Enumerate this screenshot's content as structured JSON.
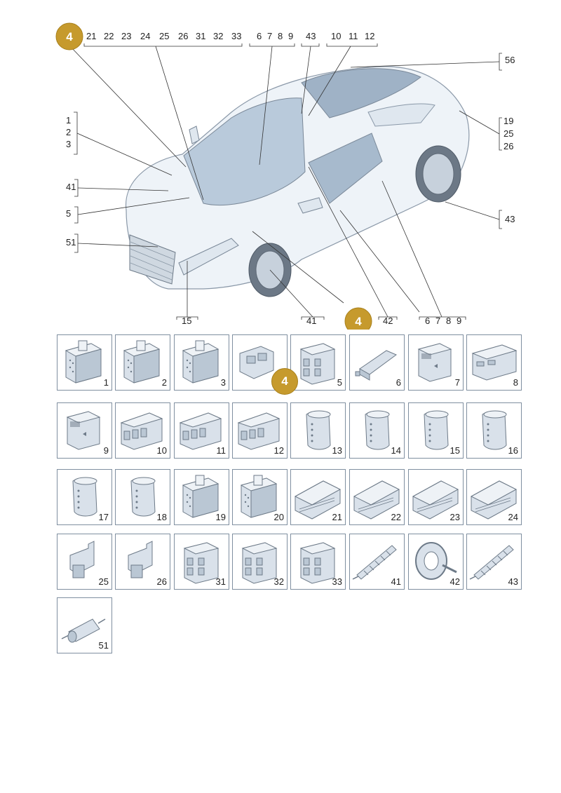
{
  "badge_value": "4",
  "callouts": {
    "top_group_a": [
      "21",
      "22",
      "23",
      "24",
      "25",
      "26",
      "31",
      "32",
      "33"
    ],
    "top_group_b": [
      "6",
      "7",
      "8",
      "9"
    ],
    "top_group_c": [
      "43"
    ],
    "top_group_d": [
      "10",
      "11",
      "12"
    ],
    "right_56": "56",
    "right_19_25_26": [
      "19",
      "25",
      "26"
    ],
    "right_43": "43",
    "left_1_2_3": [
      "1",
      "2",
      "3"
    ],
    "left_41": "41",
    "left_5": "5",
    "left_51": "51",
    "bottom_15": "15",
    "bottom_41": "41",
    "bottom_42": "42",
    "bottom_6789": [
      "6",
      "7",
      "8",
      "9"
    ]
  },
  "parts": [
    {
      "label": "1",
      "kind": "connector-box"
    },
    {
      "label": "2",
      "kind": "connector-box"
    },
    {
      "label": "3",
      "kind": "connector-box"
    },
    {
      "label": "4",
      "kind": "connector-open"
    },
    {
      "label": "5",
      "kind": "connector-block"
    },
    {
      "label": "6",
      "kind": "connector-flat"
    },
    {
      "label": "7",
      "kind": "connector-cube"
    },
    {
      "label": "8",
      "kind": "connector-wide"
    },
    {
      "label": "9",
      "kind": "connector-cube"
    },
    {
      "label": "10",
      "kind": "connector-slots"
    },
    {
      "label": "11",
      "kind": "connector-slots"
    },
    {
      "label": "12",
      "kind": "connector-slots"
    },
    {
      "label": "13",
      "kind": "connector-round"
    },
    {
      "label": "14",
      "kind": "connector-round"
    },
    {
      "label": "15",
      "kind": "connector-round"
    },
    {
      "label": "16",
      "kind": "connector-round"
    },
    {
      "label": "17",
      "kind": "connector-round"
    },
    {
      "label": "18",
      "kind": "connector-round"
    },
    {
      "label": "19",
      "kind": "connector-box"
    },
    {
      "label": "20",
      "kind": "connector-box"
    },
    {
      "label": "21",
      "kind": "connector-long"
    },
    {
      "label": "22",
      "kind": "connector-long"
    },
    {
      "label": "23",
      "kind": "connector-long"
    },
    {
      "label": "24",
      "kind": "connector-long"
    },
    {
      "label": "25",
      "kind": "connector-bracket"
    },
    {
      "label": "26",
      "kind": "connector-bracket"
    },
    {
      "label": "31",
      "kind": "connector-block"
    },
    {
      "label": "32",
      "kind": "connector-block"
    },
    {
      "label": "33",
      "kind": "connector-block"
    },
    {
      "label": "41",
      "kind": "bolt"
    },
    {
      "label": "42",
      "kind": "ring"
    },
    {
      "label": "43",
      "kind": "bolt"
    },
    {
      "label": "51",
      "kind": "cylinder"
    }
  ]
}
